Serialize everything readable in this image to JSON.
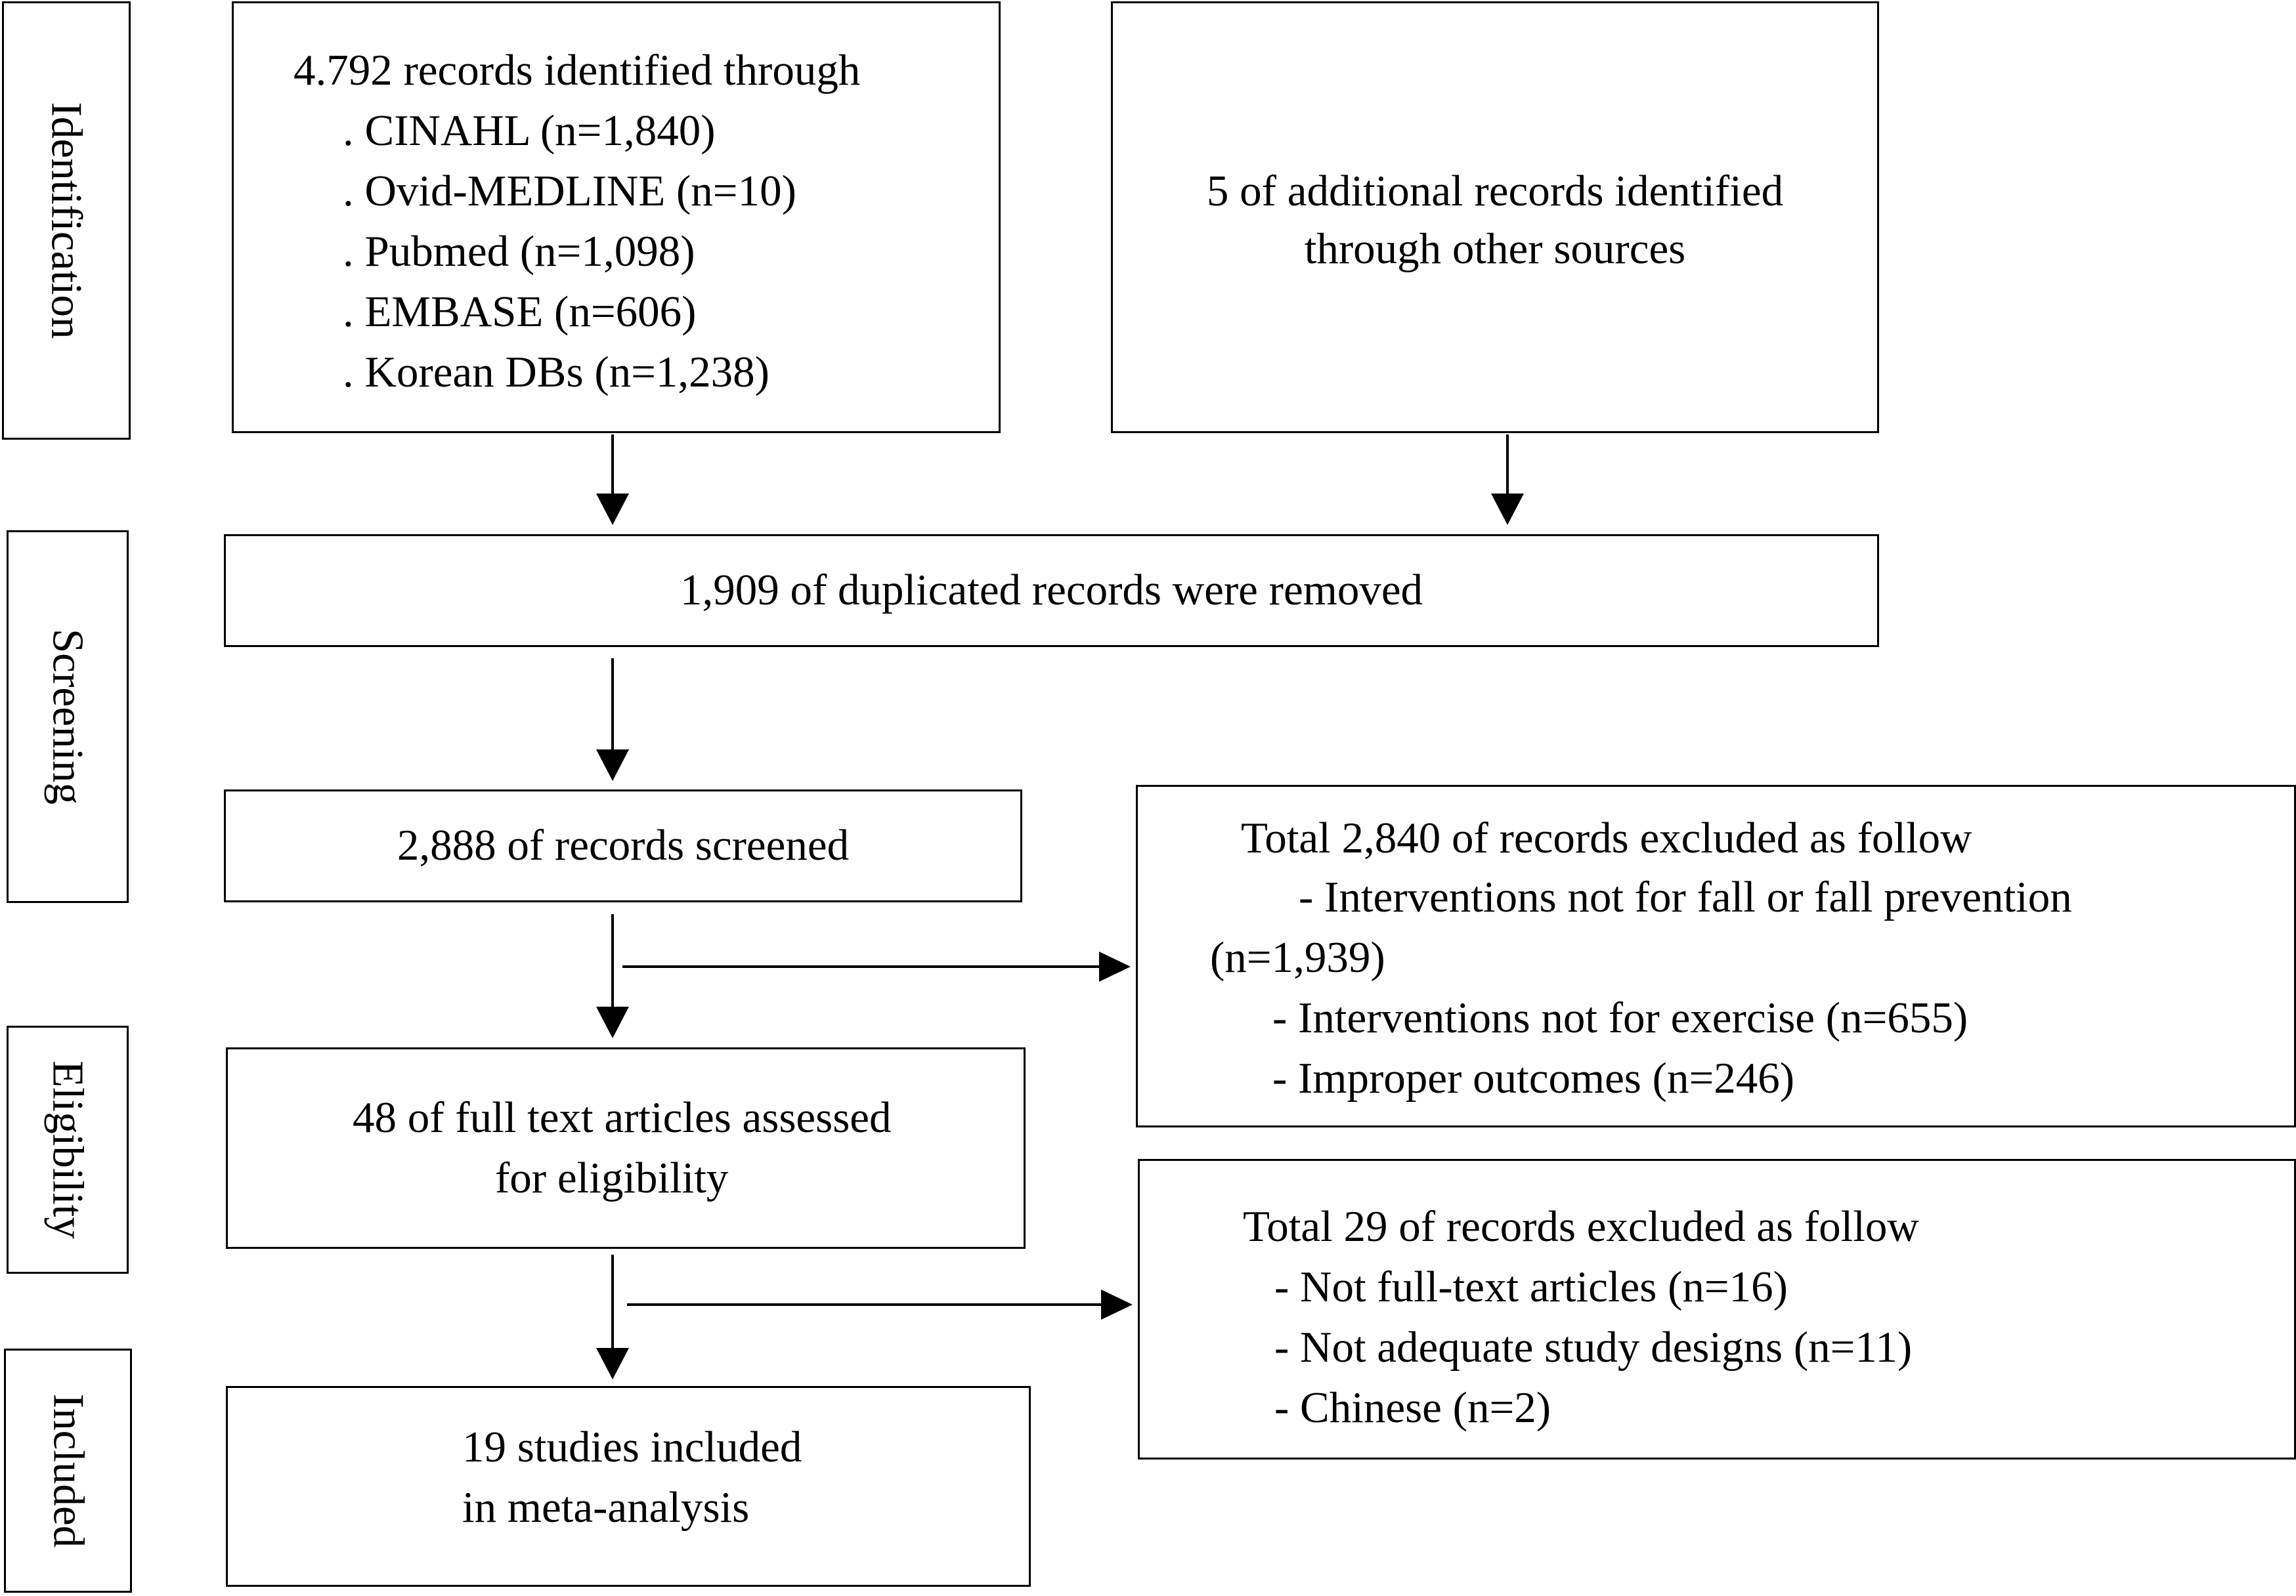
{
  "stages": {
    "identification": "Identification",
    "screening": "Screening",
    "eligibility": "Eligibility",
    "included": "Included"
  },
  "boxes": {
    "databases": {
      "title": "4.792 records identified through",
      "items": [
        ". CINAHL (n=1,840)",
        ". Ovid-MEDLINE (n=10)",
        ". Pubmed (n=1,098)",
        ". EMBASE (n=606)",
        ". Korean DBs (n=1,238)"
      ]
    },
    "additional": {
      "line1": "5 of additional records identified",
      "line2": "through other sources"
    },
    "duplicates": "1,909 of duplicated records were removed",
    "screened": "2,888 of records screened",
    "excluded_screening": {
      "title": "Total 2,840 of records excluded as follow",
      "item1_line1": "- Interventions not for fall or fall prevention",
      "item1_line2": "(n=1,939)",
      "item2": "- Interventions not for exercise (n=655)",
      "item3": "- Improper outcomes (n=246)"
    },
    "fulltext": {
      "line1": "48 of full text articles assessed",
      "line2": "for eligibility"
    },
    "excluded_eligibility": {
      "title": "Total 29 of records excluded as follow",
      "items": [
        "- Not full-text articles (n=16)",
        "- Not adequate study designs (n=11)",
        "- Chinese (n=2)"
      ]
    },
    "included": {
      "line1": "19 studies included",
      "line2": "in meta-analysis"
    }
  }
}
